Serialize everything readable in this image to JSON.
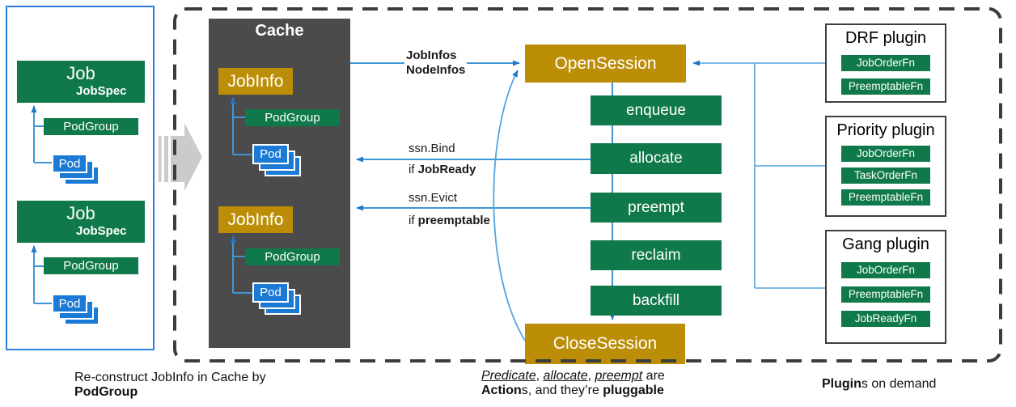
{
  "colors": {
    "green": "#10794B",
    "gold": "#BC8E08",
    "pod-blue": "#1B7AD6",
    "panel-blue": "#2D7DE6",
    "cache-gray": "#4B4B4B",
    "line-blue": "#3E96D7",
    "light-line-blue": "#55A4DC",
    "arrow-head-blue": "#1F78C8",
    "dash-gray": "#3C3C3C",
    "block-arrow-gray": "#CBCBCB"
  },
  "left_panel": {
    "jobs": [
      {
        "title": "Job",
        "spec": "JobSpec",
        "podgroup": "PodGroup",
        "pod": "Pod"
      },
      {
        "title": "Job",
        "spec": "JobSpec",
        "podgroup": "PodGroup",
        "pod": "Pod"
      }
    ]
  },
  "cache": {
    "title": "Cache",
    "groups": [
      {
        "jobinfo": "JobInfo",
        "podgroup": "PodGroup",
        "pod": "Pod"
      },
      {
        "jobinfo": "JobInfo",
        "podgroup": "PodGroup",
        "pod": "Pod"
      }
    ]
  },
  "pipeline": {
    "open_label": "OpenSession",
    "actions": [
      "enqueue",
      "allocate",
      "preempt",
      "reclaim",
      "backfill"
    ],
    "close_label": "CloseSession"
  },
  "flow_labels": {
    "cache_to_open": {
      "line1": "JobInfos",
      "line2": "NodeInfos"
    },
    "bind": {
      "call": "ssn.Bind",
      "cond_prefix": "if ",
      "cond": "JobReady"
    },
    "evict": {
      "call": "ssn.Evict",
      "cond_prefix": "if ",
      "cond": "preemptable"
    }
  },
  "plugins": [
    {
      "title": "DRF plugin",
      "fns": [
        "JobOrderFn",
        "PreemptableFn"
      ]
    },
    {
      "title": "Priority plugin",
      "fns": [
        "JobOrderFn",
        "TaskOrderFn",
        "PreemptableFn"
      ]
    },
    {
      "title": "Gang plugin",
      "fns": [
        "JobOrderFn",
        "PreemptableFn",
        "JobReadyFn"
      ]
    }
  ],
  "captions": {
    "cache_note": {
      "line1": "Re-construct JobInfo in Cache by",
      "line2": "PodGroup"
    },
    "actions_note": {
      "w1": "Predicate",
      "sep1": ", ",
      "w2": "allocate",
      "sep2": ", ",
      "w3": "preempt",
      "suffix": " are",
      "b1": "Action",
      "mid": "s, and they’re ",
      "b2": "pluggable"
    },
    "plugins_note": {
      "bold": "Plugin",
      "rest": "s on demand"
    }
  }
}
